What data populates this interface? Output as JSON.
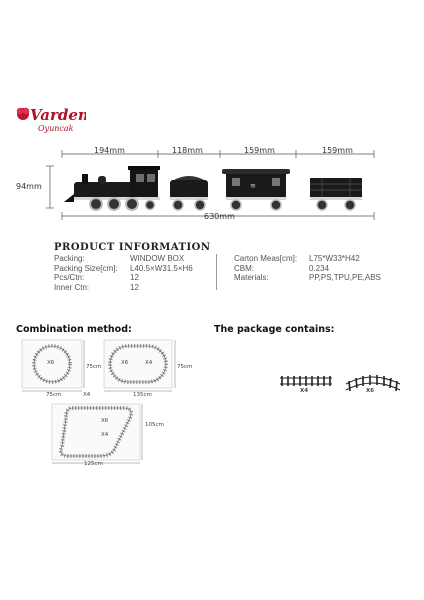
{
  "brand": {
    "logo_text": "Vardem",
    "logo_subtext": "Oyuncak"
  },
  "dimensions": {
    "segments": [
      "194mm",
      "118mm",
      "159mm",
      "159mm"
    ],
    "height": "94mm",
    "total": "630mm"
  },
  "product_info": {
    "title": "PRODUCT INFORMATION",
    "left": [
      {
        "label": "Packing:",
        "value": "WINDOW BOX"
      },
      {
        "label": "Packing Size[cm]:",
        "value": "L40.5×W31.5×H6"
      },
      {
        "label": "Pcs/Ctn:",
        "value": "12"
      },
      {
        "label": "Inner Ctn:",
        "value": "12"
      }
    ],
    "right": [
      {
        "label": "Carton Meas[cm]:",
        "value": "L75*W33*H42"
      },
      {
        "label": "CBM:",
        "value": "0.234"
      },
      {
        "label": "Materials:",
        "value": "PP,PS,TPU,PE,ABS"
      }
    ]
  },
  "combination": {
    "title": "Combination method:",
    "circle": {
      "inside": "X6",
      "width": "75cm",
      "height": "75cm"
    },
    "oval": {
      "left": "X6",
      "right": "X4",
      "width": "135cm",
      "height": "75cm",
      "between": "X4"
    },
    "oval2": {
      "curve": "X6",
      "straight": "X4",
      "width": "125cm",
      "height": "105cm"
    }
  },
  "package": {
    "title": "The package contains:",
    "straight_count": "X4",
    "curve_count": "X6"
  }
}
